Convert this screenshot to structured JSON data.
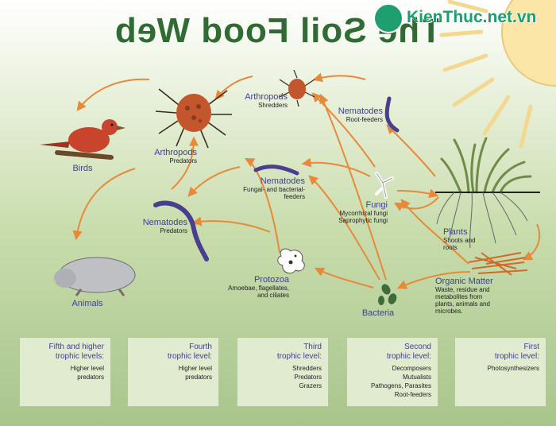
{
  "title": "The Soil Food Web",
  "logo": {
    "text": "KienThuc.net.vn",
    "icon": "wifi-leaf-icon"
  },
  "colors": {
    "arrow": "#e8893a",
    "title": "#2f6b33",
    "label": "#3f3f8f",
    "worm": "#4a3f8f",
    "bug": "#c4562e",
    "sun": "#fbe6a8"
  },
  "nodes": {
    "birds": {
      "name": "Birds",
      "desc": ""
    },
    "arthropods_predators": {
      "name": "Arthropods",
      "desc": "Predators"
    },
    "arthropods_shredders": {
      "name": "Arthropods",
      "desc": "Shredders"
    },
    "nematodes_root": {
      "name": "Nematodes",
      "desc": "Root-feeders"
    },
    "nematodes_fungal": {
      "name": "Nematodes",
      "desc": "Fungal- and bacterial-feeders"
    },
    "nematodes_predators": {
      "name": "Nematodes",
      "desc": "Predators"
    },
    "fungi": {
      "name": "Fungi",
      "desc1": "Mycorrhizal fungi",
      "desc2": "Saprophytic fungi"
    },
    "plants": {
      "name": "Plants",
      "desc": "Shoots and roots"
    },
    "organic_matter": {
      "name": "Organic Matter",
      "desc": "Waste, residue and metabolites from plants, animals and microbes."
    },
    "animals": {
      "name": "Animals",
      "desc": ""
    },
    "protozoa": {
      "name": "Protozoa",
      "desc": "Amoebae, flagellates, and ciliates"
    },
    "bacteria": {
      "name": "Bacteria",
      "desc": ""
    }
  },
  "levels": [
    {
      "title": "First\ntrophic level:",
      "items": [
        "Photosynthesizers"
      ]
    },
    {
      "title": "Second\ntrophic level:",
      "items": [
        "Decomposers",
        "Mutualists",
        "Pathogens, Parasites",
        "Root-feeders"
      ]
    },
    {
      "title": "Third\ntrophic level:",
      "items": [
        "Shredders",
        "Predators",
        "Grazers"
      ]
    },
    {
      "title": "Fourth\ntrophic level:",
      "items": [
        "Higher level",
        "predators"
      ]
    },
    {
      "title": "Fifth and higher\ntrophic levels:",
      "items": [
        "Higher level",
        "predators"
      ]
    }
  ]
}
